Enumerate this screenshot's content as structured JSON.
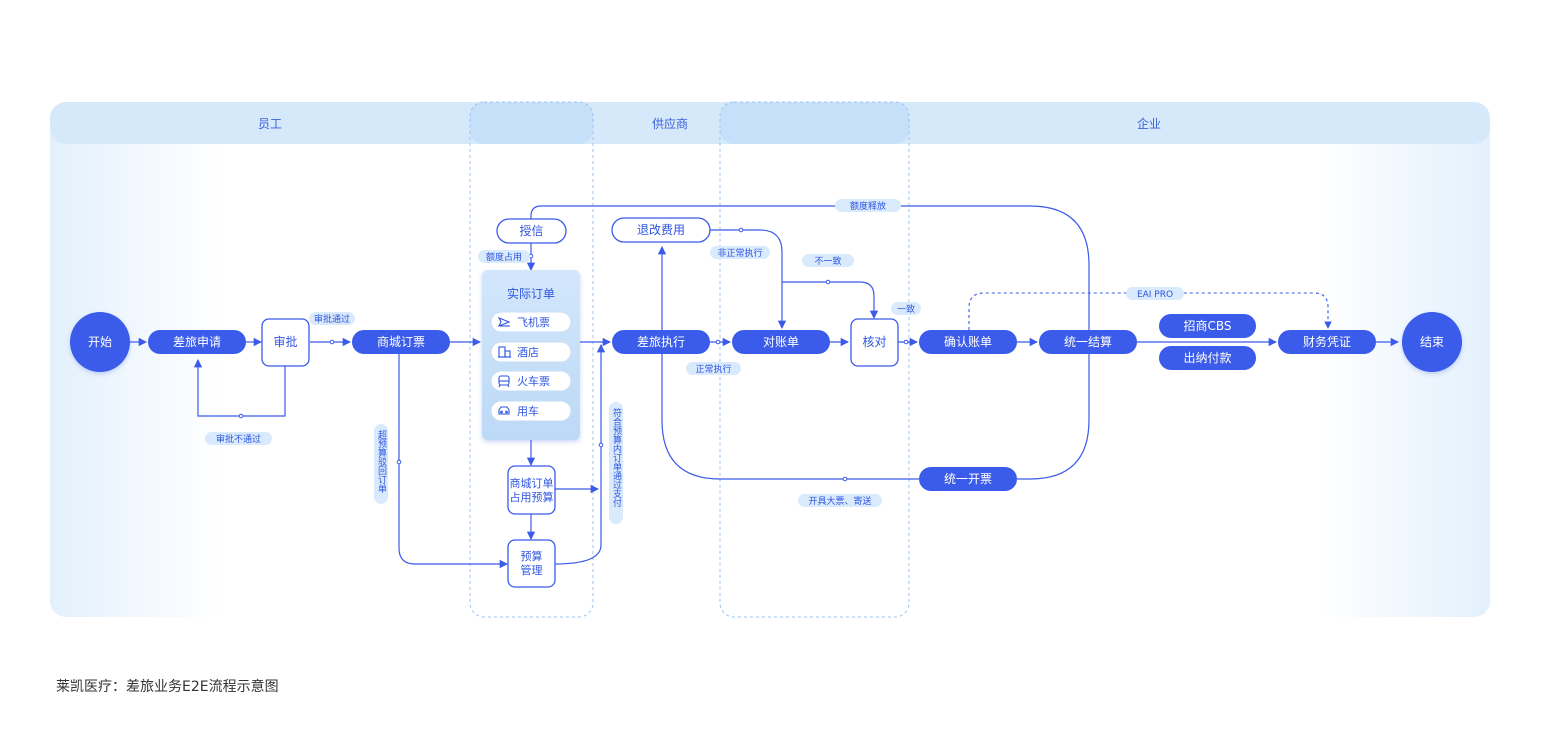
{
  "lanes": {
    "employee": "员工",
    "supplier": "供应商",
    "enterprise": "企业"
  },
  "nodes": {
    "start": "开始",
    "travel_apply": "差旅申请",
    "approve": "审批",
    "mall_booking": "商城订票",
    "credit": "授信",
    "actual_order": "实际订单",
    "flight": "飞机票",
    "hotel": "酒店",
    "train": "火车票",
    "car": "用车",
    "mall_budget_line1": "商城订单",
    "mall_budget_line2": "占用预算",
    "budget_mgmt_line1": "预算",
    "budget_mgmt_line2": "管理",
    "refund_fee": "退改费用",
    "travel_exec": "差旅执行",
    "statement": "对账单",
    "verify": "核对",
    "confirm_statement": "确认账单",
    "unified_settle": "统一结算",
    "cmb_cbs": "招商CBS",
    "cashier_pay": "出纳付款",
    "finance_voucher": "财务凭证",
    "end": "结束",
    "unified_invoice": "统一开票"
  },
  "labels": {
    "approval_passed": "审批通过",
    "approval_failed": "审批不通过",
    "quota_occupied": "额度占用",
    "quota_release": "额度释放",
    "over_budget": "超预算驳回订单",
    "within_budget": "符合预算内订单通过支付",
    "abnormal_exec": "非正常执行",
    "normal_exec": "正常执行",
    "mismatch": "不一致",
    "match": "一致",
    "eai_pro": "EAI PRO",
    "invoice_mail": "开具大票、寄送"
  },
  "caption": "莱凯医疗：差旅业务E2E流程示意图",
  "colors": {
    "primary": "#3b5bea",
    "lane_header": "#d6e9fb",
    "lane_bg": "#eef6fe",
    "tag_bg": "#d9eafc"
  },
  "icons": {
    "flight": "plane-icon",
    "hotel": "building-icon",
    "train": "train-icon",
    "car": "car-icon"
  }
}
